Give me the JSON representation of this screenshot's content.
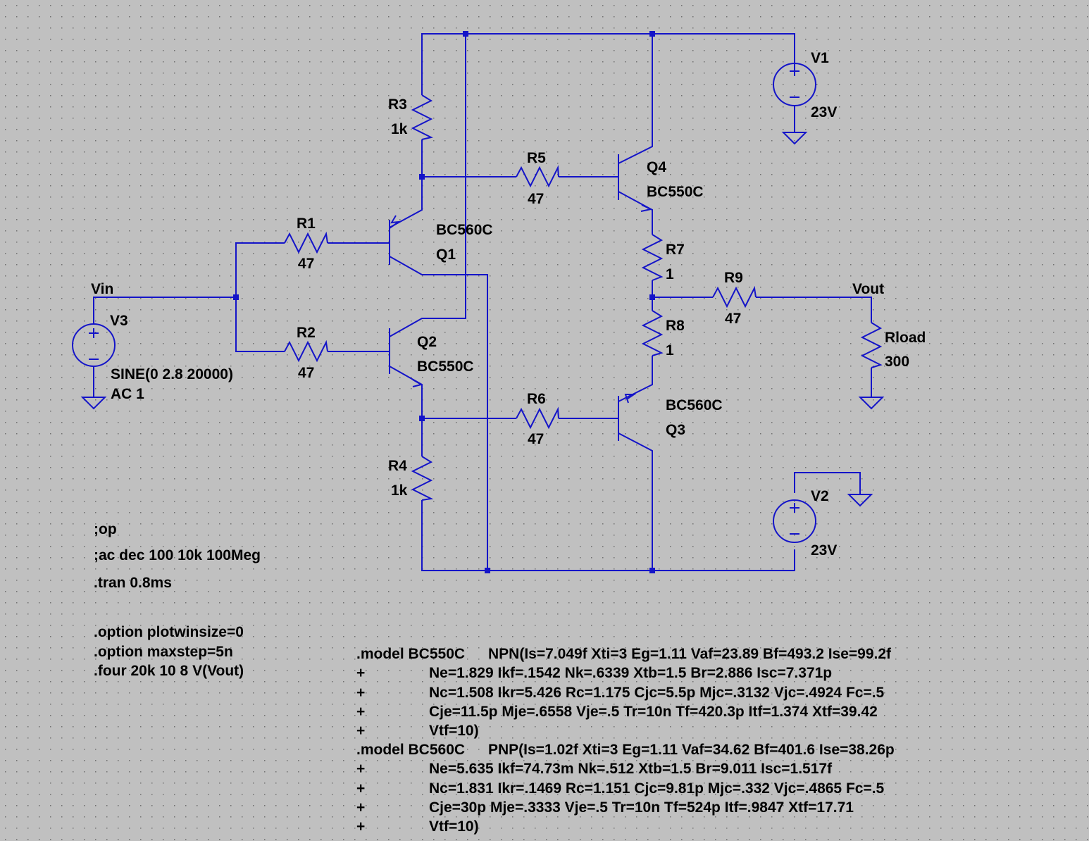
{
  "colors": {
    "background": "#c0c0c0",
    "wire": "#1414c8",
    "text": "#000000"
  },
  "components": {
    "R1": {
      "name": "R1",
      "value": "47"
    },
    "R2": {
      "name": "R2",
      "value": "47"
    },
    "R3": {
      "name": "R3",
      "value": "1k"
    },
    "R4": {
      "name": "R4",
      "value": "1k"
    },
    "R5": {
      "name": "R5",
      "value": "47"
    },
    "R6": {
      "name": "R6",
      "value": "47"
    },
    "R7": {
      "name": "R7",
      "value": "1"
    },
    "R8": {
      "name": "R8",
      "value": "1"
    },
    "R9": {
      "name": "R9",
      "value": "47"
    },
    "Rload": {
      "name": "Rload",
      "value": "300"
    },
    "Q1": {
      "name": "Q1",
      "model": "BC560C"
    },
    "Q2": {
      "name": "Q2",
      "model": "BC550C"
    },
    "Q3": {
      "name": "Q3",
      "model": "BC560C"
    },
    "Q4": {
      "name": "Q4",
      "model": "BC550C"
    },
    "V1": {
      "name": "V1",
      "value": "23V"
    },
    "V2": {
      "name": "V2",
      "value": "23V"
    },
    "V3": {
      "name": "V3",
      "value": "SINE(0 2.8 20000)",
      "value2": "AC 1"
    }
  },
  "nets": {
    "vin": "Vin",
    "vout": "Vout"
  },
  "directives": [
    ";op",
    ";ac dec 100 10k 100Meg",
    ".tran 0.8ms",
    ".option plotwinsize=0",
    ".option maxstep=5n",
    ".four 20k 10 8 V(Vout)"
  ],
  "models": [
    {
      "prefix": ".model BC550C",
      "text": "NPN(Is=7.049f Xti=3 Eg=1.11 Vaf=23.89 Bf=493.2 Ise=99.2f"
    },
    {
      "prefix": "+",
      "text": "Ne=1.829 Ikf=.1542 Nk=.6339 Xtb=1.5 Br=2.886 Isc=7.371p"
    },
    {
      "prefix": "+",
      "text": "Nc=1.508 Ikr=5.426 Rc=1.175 Cjc=5.5p Mjc=.3132 Vjc=.4924 Fc=.5"
    },
    {
      "prefix": "+",
      "text": "Cje=11.5p Mje=.6558 Vje=.5 Tr=10n Tf=420.3p Itf=1.374 Xtf=39.42"
    },
    {
      "prefix": "+",
      "text": "Vtf=10)"
    },
    {
      "prefix": ".model BC560C",
      "text": "PNP(Is=1.02f Xti=3 Eg=1.11 Vaf=34.62 Bf=401.6 Ise=38.26p"
    },
    {
      "prefix": "+",
      "text": "Ne=5.635 Ikf=74.73m Nk=.512 Xtb=1.5 Br=9.011 Isc=1.517f"
    },
    {
      "prefix": "+",
      "text": "Nc=1.831 Ikr=.1469 Rc=1.151 Cjc=9.81p Mjc=.332 Vjc=.4865 Fc=.5"
    },
    {
      "prefix": "+",
      "text": "Cje=30p Mje=.3333 Vje=.5 Tr=10n Tf=524p Itf=.9847 Xtf=17.71"
    },
    {
      "prefix": "+",
      "text": "Vtf=10)"
    }
  ]
}
